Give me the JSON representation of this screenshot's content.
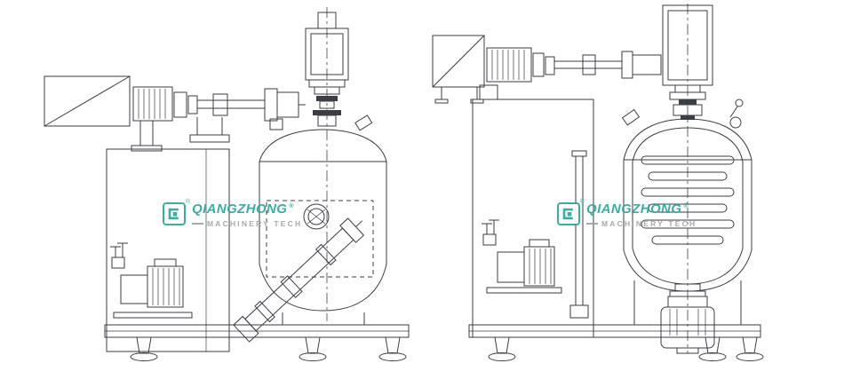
{
  "page": {
    "background": "#ffffff"
  },
  "diagram": {
    "line_color": "#3c3e46",
    "views": [
      {
        "name": "left-machine-view"
      },
      {
        "name": "right-machine-view"
      }
    ]
  },
  "watermark": {
    "brand": "QIANGZHONG",
    "sub": "MACHINERY TECH",
    "reg": "®",
    "color": "#2ba79a",
    "sub_color": "#9fa3a7"
  }
}
